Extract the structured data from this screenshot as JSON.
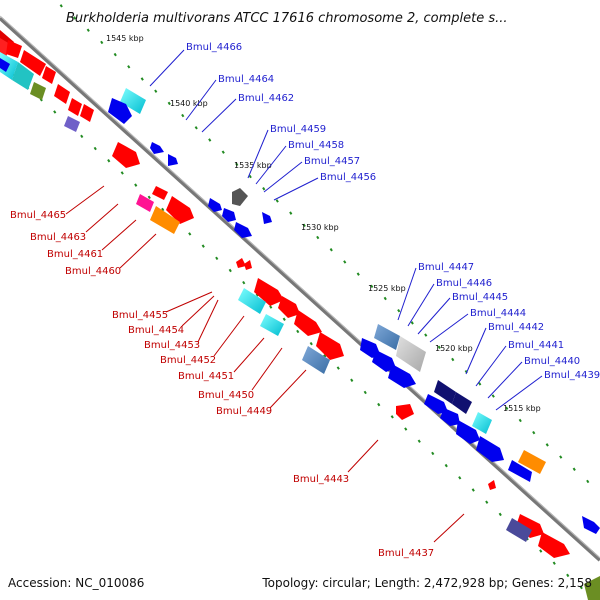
{
  "title": "Burkholderia multivorans ATCC 17616 chromosome 2, complete s...",
  "footer": {
    "accession": "Accession: NC_010086",
    "summary": "Topology: circular; Length: 2,472,928 bp; Genes: 2,158"
  },
  "kbp_labels": [
    "1545 kbp",
    "1540 kbp",
    "1535 kbp",
    "1530 kbp",
    "1525 kbp",
    "1520 kbp",
    "1515 kbp"
  ],
  "upper_gene_labels": [
    "Bmul_4466",
    "Bmul_4464",
    "Bmul_4462",
    "Bmul_4459",
    "Bmul_4458",
    "Bmul_4457",
    "Bmul_4456",
    "Bmul_4447",
    "Bmul_4446",
    "Bmul_4445",
    "Bmul_4444",
    "Bmul_4442",
    "Bmul_4441",
    "Bmul_4440",
    "Bmul_4439"
  ],
  "lower_gene_labels": [
    "Bmul_4465",
    "Bmul_4463",
    "Bmul_4461",
    "Bmul_4460",
    "Bmul_4455",
    "Bmul_4454",
    "Bmul_4453",
    "Bmul_4452",
    "Bmul_4451",
    "Bmul_4450",
    "Bmul_4449",
    "Bmul_4443",
    "Bmul_4437"
  ],
  "colors": {
    "backbone": "#808080",
    "upper_label": "#1f1fcf",
    "lower_label": "#c00000",
    "forward_gene": "#ff0000",
    "reverse_gene": "#0000ff",
    "tick": "#228b22"
  }
}
